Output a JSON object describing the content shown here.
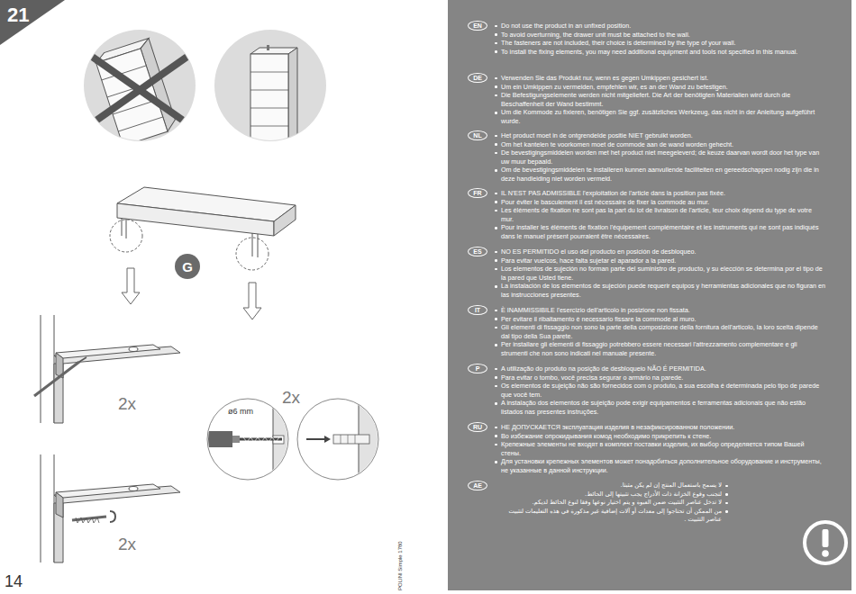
{
  "diagram": {
    "nodes": [
      {
        "text": [
          "21"
        ]
      },
      {
        "text": [
          "G"
        ]
      },
      {
        "text": [
          "EN"
        ]
      },
      {
        "text": [
          "DE"
        ]
      },
      {
        "text": [
          "NL"
        ]
      },
      {
        "text": [
          "FR"
        ]
      },
      {
        "text": [
          "ES"
        ]
      },
      {
        "text": [
          "IT"
        ]
      },
      {
        "text": [
          "P"
        ]
      },
      {
        "text": [
          "RU"
        ]
      },
      {
        "text": [
          "AE"
        ]
      }
    ],
    "labels": [
      "2x",
      "2x",
      "2x",
      "ø6 mm",
      "POLINI Simple 1780",
      "14",
      "Do not use the product in an unfixed position.",
      "To avoid overturning, the drawer unit must be attached to the wall.",
      "The fasteners are not included, their choice is determined by the type of your wall.",
      "To install the fixing elements, you may need additional equipment and tools not specified in this manual.",
      "Verwenden Sie das Produkt nur, wenn es gegen Umkippen gesichert ist.",
      "Um ein Umkippen zu vermeiden, empfehlen wir, es an der Wand zu befestigen.",
      "Die Befestigungselemente werden nicht mitgeliefert. Die Art der benötigten Materialien wird durch die Beschaffenheit der Wand bestimmt.",
      "Um die Kommode zu fixieren, benötigen Sie ggf. zusätzliches Werkzeug, das nicht in der Anleitung aufgeführt wurde.",
      "Het product moet in de ontgrendelde positie NIET gebruikt worden.",
      "Om het kantelen te voorkomen moet de commode aan de wand worden gehecht.",
      "De bevestigingsmiddelen worden met het product niet meegeleverd; de keuze daarvan wordt door het type van uw muur bepaald.",
      "Om de bevestigingsmiddelen te installeren kunnen aanvullende faciliteiten en gereedschappen nodig zijn die in deze handleiding niet worden vermeld.",
      "IL N'EST PAS ADMISSIBLE l'exploitation de l'article dans la position pas fixée.",
      "Pour éviter le basculement il est nécessaire de fixer la commode au mur.",
      "Les éléments de fixation ne sont pas la part du lot de livraison de l'article, leur choix dépend du type de votre mur.",
      "Pour installer les éléments de fixation l'équipement complémentaire et les instruments qui ne sont pas indiqués dans le manuel présent pourraient être nécessaires.",
      "NO ES PERMITIDO el uso del producto en posición de desbloqueo.",
      "Para evitar vuelcos, hace falta sujetar el aparador a la pared.",
      "Los elementos de sujeción no forman parte del suministro de producto, y su elección se determina por el tipo de la pared que Usted tiene.",
      "La instalación de los elementos de sujeción puede requerir equipos y herramientas adicionales que no figuran en las instrucciones presentes.",
      "È INAMMISSIBILE l'esercizio dell'articolo in posizione non fissata.",
      "Per evitare il ribaltamento è necessario fissare la commode al muro.",
      "Gli elementi di fissaggio non sono la parte della composizione della fornitura dell'articolo, la loro scelta dipende dal tipo della Sua parete.",
      "Per installare gli elementi di fissaggio potrebbero essere necessari l'attrezzamento complementare e gli strumenti che non sono indicati nel manuale presente.",
      "A utilização do produto na posição de desbloqueio NÃO É PERMITIDA.",
      "Para evitar o tombo, você precisa segurar o armário na parede.",
      "Os elementos de sujeição não são fornecidos com o produto, a sua escolha é determinada pelo tipo de parede que você tem.",
      "A instalação dos elementos de sujeição pode exigir equipamentos e ferramentas adicionais que não estão listados nas presentes instruções.",
      "НЕ ДОПУСКАЕТСЯ эксплуатация изделия в незафиксированном положении.",
      "Во избежание опрокидывания комод необходимо прикрепить к стене.",
      "Крепежные элементы не входят в комплект поставки изделия, их выбор определяется типом Вашей стены.",
      "Для установки крепежных элементов может понадобиться дополнительное оборудование и инструменты, не указанные в данной инструкции.",
      "لا يسمح باستعمال المنتج إن لم يكن مثبتا.",
      "لتجنب وقوع الخزانة ذات الأدراج يجب تثبيتها إلى الحائط.",
      "لا تدخل عناصر التثبيت ضمن العبوة و يتم اختيار نوعها وفقا لنوع الحائط لديكم.",
      "من الممكن أن تحتاجوا إلى معدات أو آلات إضافية غير مذكورة في هذه التعليمات لتثبيت عناصر التثبيت ."
    ]
  }
}
